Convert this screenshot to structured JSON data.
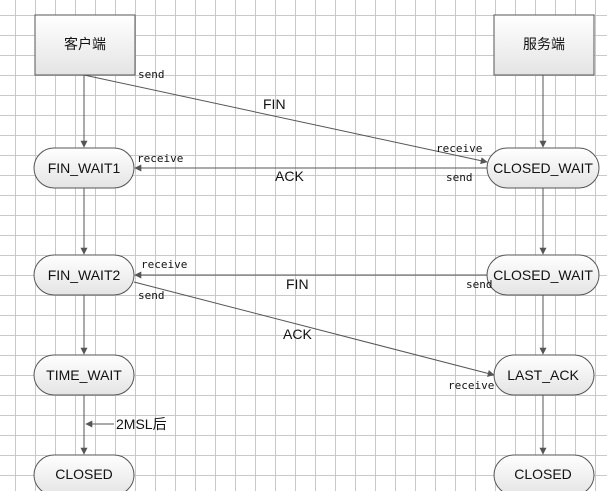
{
  "client": {
    "title": "客户端"
  },
  "server": {
    "title": "服务端"
  },
  "states": {
    "fin_wait1": "FIN_WAIT1",
    "fin_wait2": "FIN_WAIT2",
    "time_wait": "TIME_WAIT",
    "client_closed": "CLOSED",
    "closed_wait_1": "CLOSED_WAIT",
    "closed_wait_2": "CLOSED_WAIT",
    "last_ack": "LAST_ACK",
    "server_closed": "CLOSED"
  },
  "messages": {
    "fin_1": "FIN",
    "ack_1": "ACK",
    "fin_2": "FIN",
    "ack_2": "ACK"
  },
  "annotations": {
    "send_1": "send",
    "receive_1": "receive",
    "receive_2": "receive",
    "send_2": "send",
    "receive_3": "receive",
    "send_3": "send",
    "send_4": "send",
    "receive_4": "receive",
    "wait_label": "2MSL后"
  },
  "colors": {
    "line": "#555555",
    "node_fill_top": "#ffffff",
    "node_fill_bottom": "#e6e6e6",
    "grid": "#c9c9c9"
  }
}
